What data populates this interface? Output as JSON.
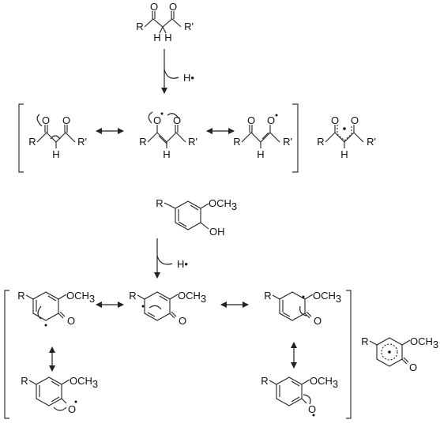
{
  "diketone": {
    "O1": "O",
    "O2": "O",
    "R": "R",
    "R_prime": "R'",
    "H1": "H",
    "H2": "H",
    "abstraction": "H•"
  },
  "diketone_resonance": [
    {
      "O1": "O",
      "O2": "O",
      "R": "R",
      "R_prime": "R'",
      "H": "H"
    },
    {
      "O1": "O",
      "O2": "O",
      "R": "R",
      "R_prime": "R'",
      "H": "H"
    },
    {
      "O1": "O",
      "O2": "O",
      "R": "R",
      "R_prime": "R'",
      "H": "H"
    }
  ],
  "diketone_hybrid": {
    "O1": "O",
    "O2": "O",
    "R": "R",
    "R_prime": "R'",
    "H": "H"
  },
  "phenol": {
    "R": "R",
    "OCH3": "OCH",
    "sub3": "3",
    "OH": "OH",
    "abstraction": "H•"
  },
  "phenoxy_resonance": [
    {
      "R": "R",
      "OCH3": "OCH",
      "sub3": "3",
      "O": "O"
    },
    {
      "R": "R",
      "OCH3": "OCH",
      "sub3": "3",
      "O": "O"
    },
    {
      "R": "R",
      "OCH3": "OCH",
      "sub3": "3",
      "O": "O"
    },
    {
      "R": "R",
      "OCH3": "OCH",
      "sub3": "3",
      "O": "O"
    },
    {
      "R": "R",
      "OCH3": "OCH",
      "sub3": "3",
      "O": "O"
    }
  ],
  "phenoxy_hybrid": {
    "R": "R",
    "OCH3": "OCH",
    "sub3": "3",
    "O": "O"
  },
  "colors": {
    "ink": "#111111",
    "background": "#ffffff"
  }
}
